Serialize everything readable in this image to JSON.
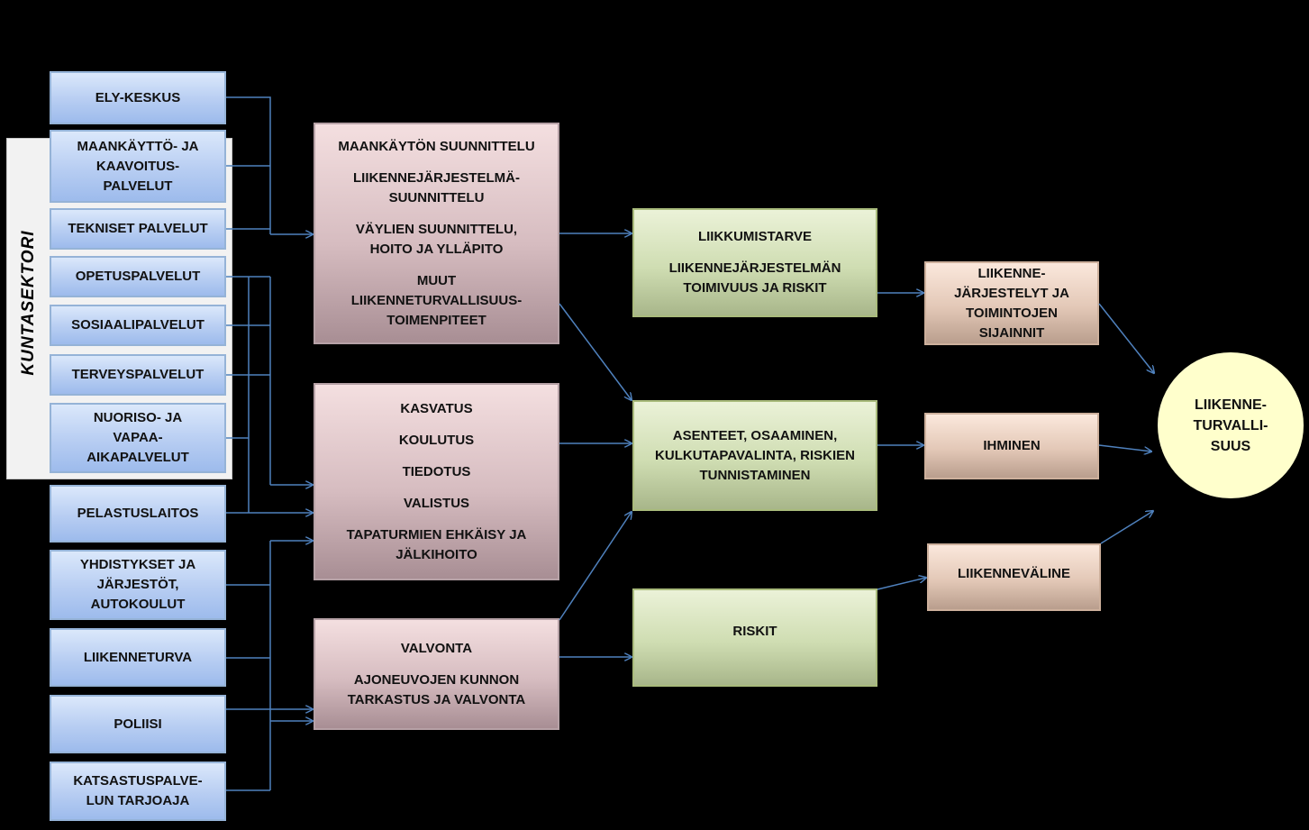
{
  "sector_label": "KUNTASEKTORI",
  "actors": [
    {
      "lines": [
        "ELY-KESKUS"
      ]
    },
    {
      "lines": [
        "MAANKÄYTTÖ- JA",
        "KAAVOITUS-",
        "PALVELUT"
      ]
    },
    {
      "lines": [
        "TEKNISET PALVELUT"
      ]
    },
    {
      "lines": [
        "OPETUSPALVELUT"
      ]
    },
    {
      "lines": [
        "SOSIAALIPALVELUT"
      ]
    },
    {
      "lines": [
        "TERVEYSPALVELUT"
      ]
    },
    {
      "lines": [
        "NUORISO- JA",
        "VAPAA-",
        "AIKAPALVELUT"
      ]
    },
    {
      "lines": [
        "PELASTUSLAITOS"
      ]
    },
    {
      "lines": [
        "YHDISTYKSET JA",
        "JÄRJESTÖT,",
        "AUTOKOULUT"
      ]
    },
    {
      "lines": [
        "LIIKENNETURVA"
      ]
    },
    {
      "lines": [
        "POLIISI"
      ]
    },
    {
      "lines": [
        "KATSASTUSPALVE-",
        "LUN TARJOAJA"
      ]
    }
  ],
  "measures": [
    {
      "items": [
        [
          "MAANKÄYTÖN SUUNNITTELU"
        ],
        [
          "LIIKENNEJÄRJESTELMÄ-",
          "SUUNNITTELU"
        ],
        [
          "VÄYLIEN SUUNNITTELU,",
          "HOITO JA YLLÄPITO"
        ],
        [
          "MUUT",
          "LIIKENNETURVALLISUUS-",
          "TOIMENPITEET"
        ]
      ]
    },
    {
      "items": [
        [
          "KASVATUS"
        ],
        [
          "KOULUTUS"
        ],
        [
          "TIEDOTUS"
        ],
        [
          "VALISTUS"
        ],
        [
          "TAPATURMIEN EHKÄISY JA",
          "JÄLKIHOITO"
        ]
      ]
    },
    {
      "items": [
        [
          "VALVONTA"
        ],
        [
          "AJONEUVOJEN KUNNON",
          "TARKASTUS JA VALVONTA"
        ]
      ]
    }
  ],
  "factors": [
    {
      "items": [
        [
          "LIIKKUMISTARVE"
        ],
        [
          "LIIKENNEJÄRJESTELMÄN",
          "TOIMIVUUS JA RISKIT"
        ]
      ]
    },
    {
      "items": [
        [
          "ASENTEET, OSAAMINEN,",
          "KULKUTAPAVALINTA, RISKIEN",
          "TUNNISTAMINEN"
        ]
      ]
    },
    {
      "items": [
        [
          "RISKIT"
        ]
      ]
    }
  ],
  "targets": [
    {
      "lines": [
        "LIIKENNE-",
        "JÄRJESTELYT JA",
        "TOIMINTOJEN",
        "SIJAINNIT"
      ]
    },
    {
      "lines": [
        "IHMINEN"
      ]
    },
    {
      "lines": [
        "LIIKENNEVÄLINE"
      ]
    }
  ],
  "outcome": {
    "lines": [
      "LIIKENNE-",
      "TURVALLI-",
      "SUUS"
    ]
  },
  "colors": {
    "connector": "#4f81bd",
    "background": "#000000"
  }
}
